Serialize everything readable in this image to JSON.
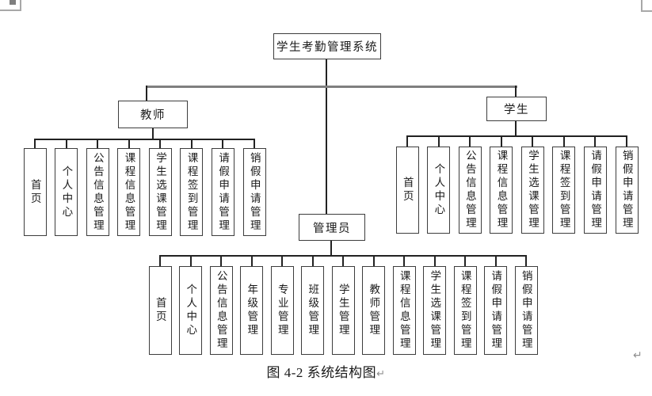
{
  "colors": {
    "box_border": "#3d3d3d",
    "main_trunk": "#7f7f7f",
    "connector": "#222222",
    "handle": "#7f7f7f",
    "boundary_mark": "#a8a8a8",
    "return_mark": "#8f8f8f",
    "text": "#1a1a1a"
  },
  "diagram": {
    "root": {
      "label": "学生考勤管理系统"
    },
    "branches": [
      {
        "id": "teacher",
        "label": "教师",
        "children": [
          "首页",
          "个人中心",
          "公告信息管理",
          "课程信息管理",
          "学生选课管理",
          "课程签到管理",
          "请假申请管理",
          "销假申请管理"
        ]
      },
      {
        "id": "student",
        "label": "学生",
        "children": [
          "首页",
          "个人中心",
          "公告信息管理",
          "课程信息管理",
          "学生选课管理",
          "课程签到管理",
          "请假申请管理",
          "销假申请管理"
        ]
      },
      {
        "id": "admin",
        "label": "管理员",
        "children": [
          "首页",
          "个人中心",
          "公告信息管理",
          "年级管理",
          "专业管理",
          "班级管理",
          "学生管理",
          "教师管理",
          "课程信息管理",
          "学生选课管理",
          "课程签到管理",
          "请假申请管理",
          "销假申请管理"
        ]
      }
    ],
    "caption": "图 4-2  系统结构图",
    "return_mark": "↵"
  }
}
